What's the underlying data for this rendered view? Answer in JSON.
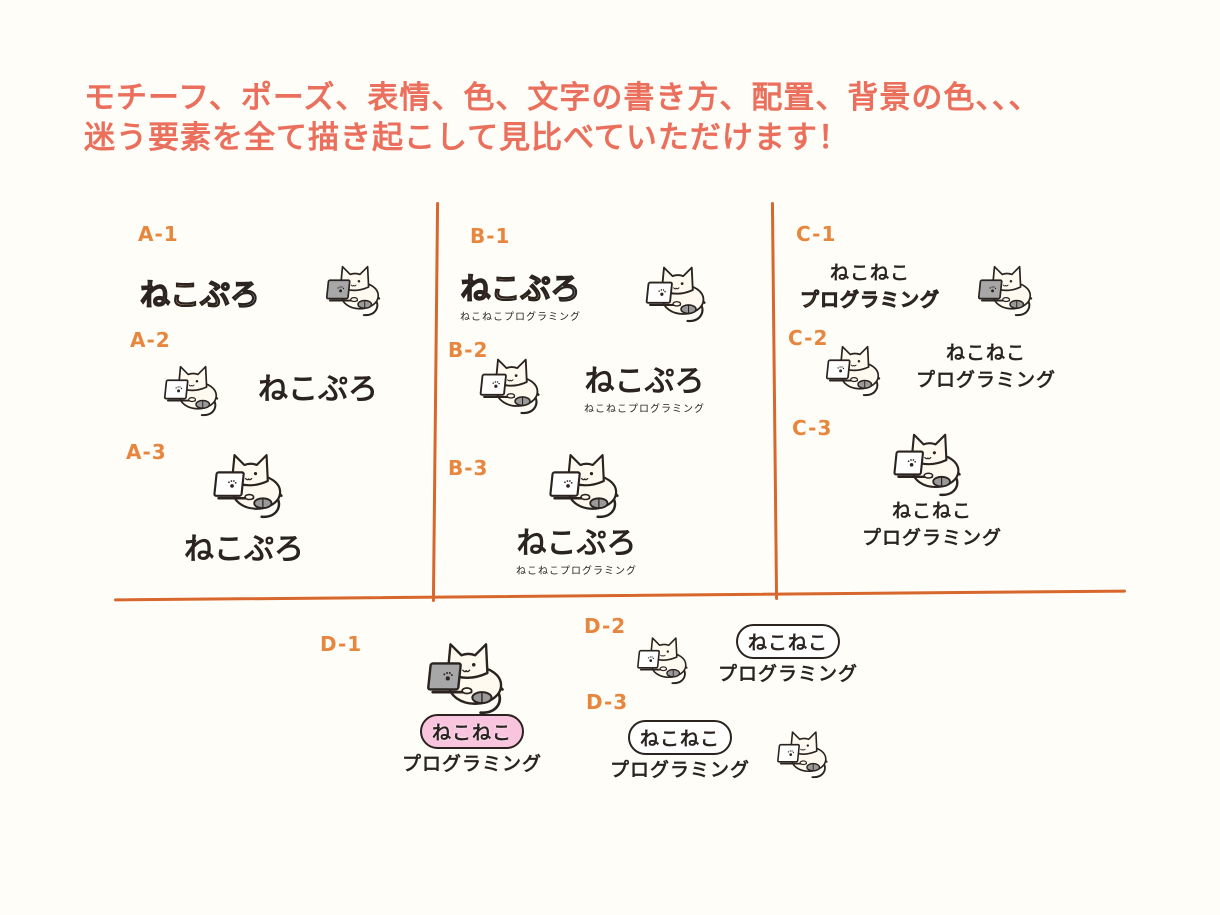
{
  "headline": {
    "line1": "モチーフ、ポーズ、表情、色、文字の書き方、配置、背景の色、、、",
    "line2": "迷う要素を全て描き起こして見比べていただけます！"
  },
  "variants": {
    "a1": "A-1",
    "a2": "A-2",
    "a3": "A-3",
    "b1": "B-1",
    "b2": "B-2",
    "b3": "B-3",
    "c1": "C-1",
    "c2": "C-2",
    "c3": "C-3",
    "d1": "D-1",
    "d2": "D-2",
    "d3": "D-3"
  },
  "logo": {
    "short": "ねこぷろ",
    "name_top": "ねこねこ",
    "name_bottom": "プログラミング",
    "subtitle": "ねこねこプログラミング"
  },
  "colors": {
    "headline": "#ea6f5c",
    "divider": "#d7672c",
    "variant_label": "#e7873f",
    "outline": "#2a2320",
    "cat_fill": "#fffaf0",
    "laptop_gray": "#a7a7a7",
    "bubble_pink": "#f8c4de",
    "letter_yellow": "#f0c33a"
  },
  "icons": [
    "cat-at-laptop-icon",
    "paw-icon"
  ]
}
